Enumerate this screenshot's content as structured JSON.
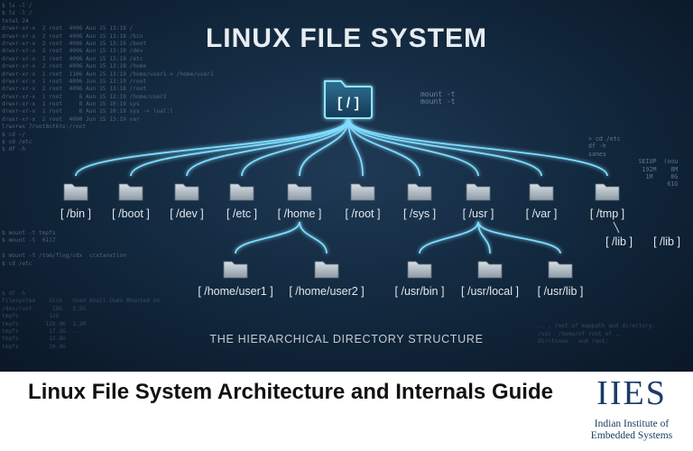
{
  "hero": {
    "title": "LINUX FILE SYSTEM",
    "subtitle": "THE HIERARCHICAL DIRECTORY STRUCTURE",
    "root": "[ / ]",
    "level1": [
      "[ /bin ]",
      "[ /boot ]",
      "[ /dev ]",
      "[ /etc ]",
      "[ /home ]",
      "[ /root ]",
      "[ /sys ]",
      "[ /usr ]",
      "[ /var ]",
      "[ /tmp ]"
    ],
    "home_children": [
      "[ /home/user1 ]",
      "[ /home/user2 ]"
    ],
    "usr_children": [
      "[ /usr/bin ]",
      "[ /usr/local ]",
      "[ /usr/lib ]"
    ],
    "tmp_children": [
      "[ /lib ]"
    ],
    "extra": [
      "[ /lib ]"
    ],
    "terminal_left": [
      "$ ls -l /",
      "$ ls -l /",
      "total 24",
      "drwxr-xr-x  2 root  4096 Aun 15 13:19 /",
      "drwxr-xr-x  2 root  4096 Aun 15 13:19 /bin",
      "drwxr-xr-x  2 root  4096 Aun 15 13:19 /boot",
      "drwxr-xr-x  2 root  4096 Aun 15 13:19 /dev",
      "drwxr-xr-x  2 root  4096 Aun 15 13:19 /etc",
      "drwxr-xr-x  2 root  4096 Aun 15 13:18 /home",
      "drwxr-xr-x  1 root  1106 Aun 15 13:19 /home/user1-> /home/user1",
      "drwxr-xr-x  1 root  4096 Jun 15 13:19 /root",
      "drwxr-xr-x  2 root  4096 Aun 15 13:18 /root",
      "drwxr-xr-x  1 root     6 Aun 15 13:19 /home/user2",
      "drwxr-xr-x  1 root     8 Aun 15 10:19 sys",
      "drwxr-xr-x  1 root     8 Aun 15 10:19 sys -> loal:l",
      "drwxr-xr-x  2 root  4090 Jun 15 13:19 var",
      "lrwxrwx 7root8otktx:/root",
      "$ cd ~/",
      "$ cd /etc",
      "$ df -h"
    ],
    "terminal_left_b": [
      "$ mount -t tmpfs",
      "$ mount -t  0117",
      "",
      "$ mount -t /tom/flog/cdx  ccxtanxtion",
      "$ cd /etc"
    ],
    "terminal_left_c": [
      "$ df -h",
      "Filesystem    Size   Used Avail Use% Mounted on",
      "/dev/root      18G   2.5G    ..",
      "tmpfs         12G",
      "tmpfs        128.0K  3.2M",
      "tmpfs         17.3G  ..",
      "tmpfs         12.8G",
      "tmpfs         10.0G"
    ],
    "terminal_mid": [
      "mount -t",
      "mount -t"
    ],
    "terminal_right": [
      "> cd /etc",
      "df -h",
      "sanes",
      "              SEIUP  (oou",
      "               192M    8M",
      "                1M     8G",
      "                      61G"
    ],
    "terminal_right_c": [
      "",
      ".. , root of mappath and directory:",
      "/usr  /home/of root of ..",
      "dirctions . and root:"
    ]
  },
  "footer": {
    "title": "Linux File System Architecture and Internals Guide",
    "logo_mark": "IIES",
    "logo_line1": "Indian Institute of",
    "logo_line2": "Embedded Systems"
  },
  "colors": {
    "background": "#132a40",
    "glow": "#7fdcff",
    "folder": "#b9c4cc",
    "logo": "#1c3c66"
  }
}
